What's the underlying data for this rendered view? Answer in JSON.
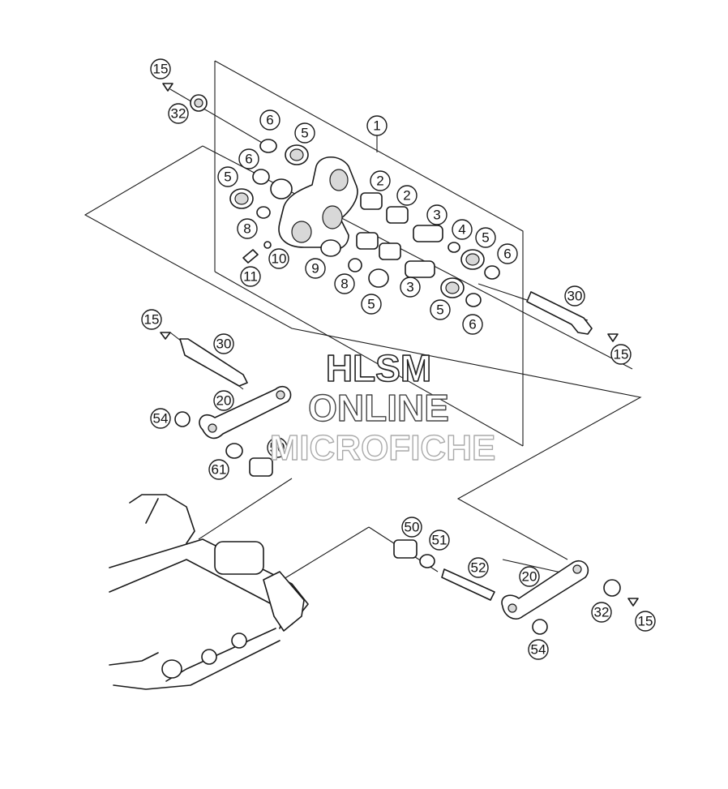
{
  "diagram": {
    "callouts": [
      "15",
      "32",
      "1",
      "6",
      "5",
      "6",
      "5",
      "2",
      "2",
      "3",
      "4",
      "5",
      "6",
      "8",
      "10",
      "11",
      "9",
      "8",
      "3",
      "5",
      "5",
      "6",
      "30",
      "15",
      "15",
      "30",
      "20",
      "54",
      "50",
      "61",
      "50",
      "51",
      "52",
      "20",
      "32",
      "15",
      "54"
    ],
    "watermark": {
      "line1": "HLSM",
      "line2": "ONLINE",
      "line3": "MICROFICHE"
    }
  }
}
